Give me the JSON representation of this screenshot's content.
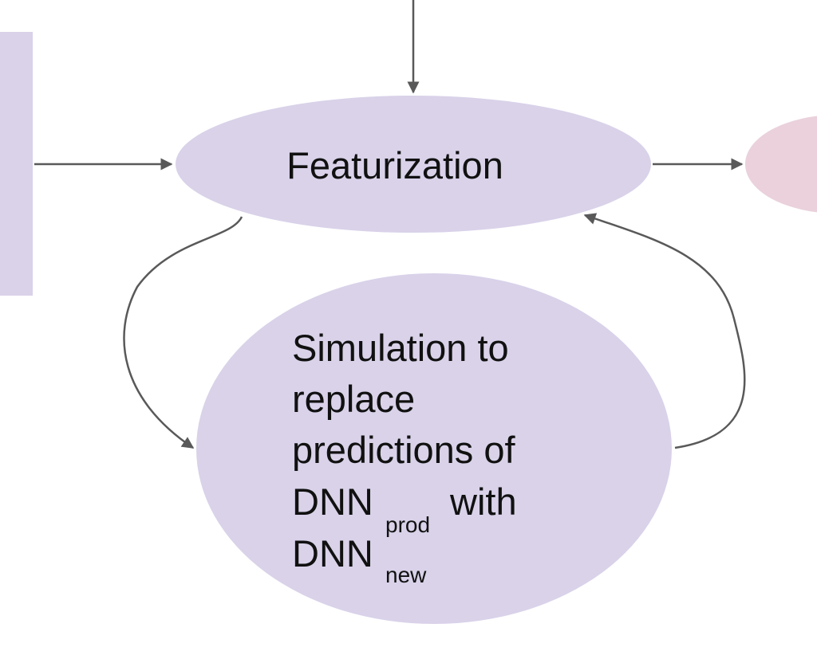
{
  "colors": {
    "node_fill": "#d9d2e9",
    "output_node_fill": "#ead1dc",
    "arrow": "#595959",
    "text": "#111111"
  },
  "nodes": {
    "featurization": {
      "label": "Featurization"
    },
    "simulation": {
      "lines": [
        "Simulation to",
        "replace",
        "predictions of"
      ],
      "dnn_prod": {
        "base": "DNN",
        "subscript": "prod",
        "tail": "with"
      },
      "dnn_new": {
        "base": "DNN",
        "subscript": "new"
      }
    }
  }
}
